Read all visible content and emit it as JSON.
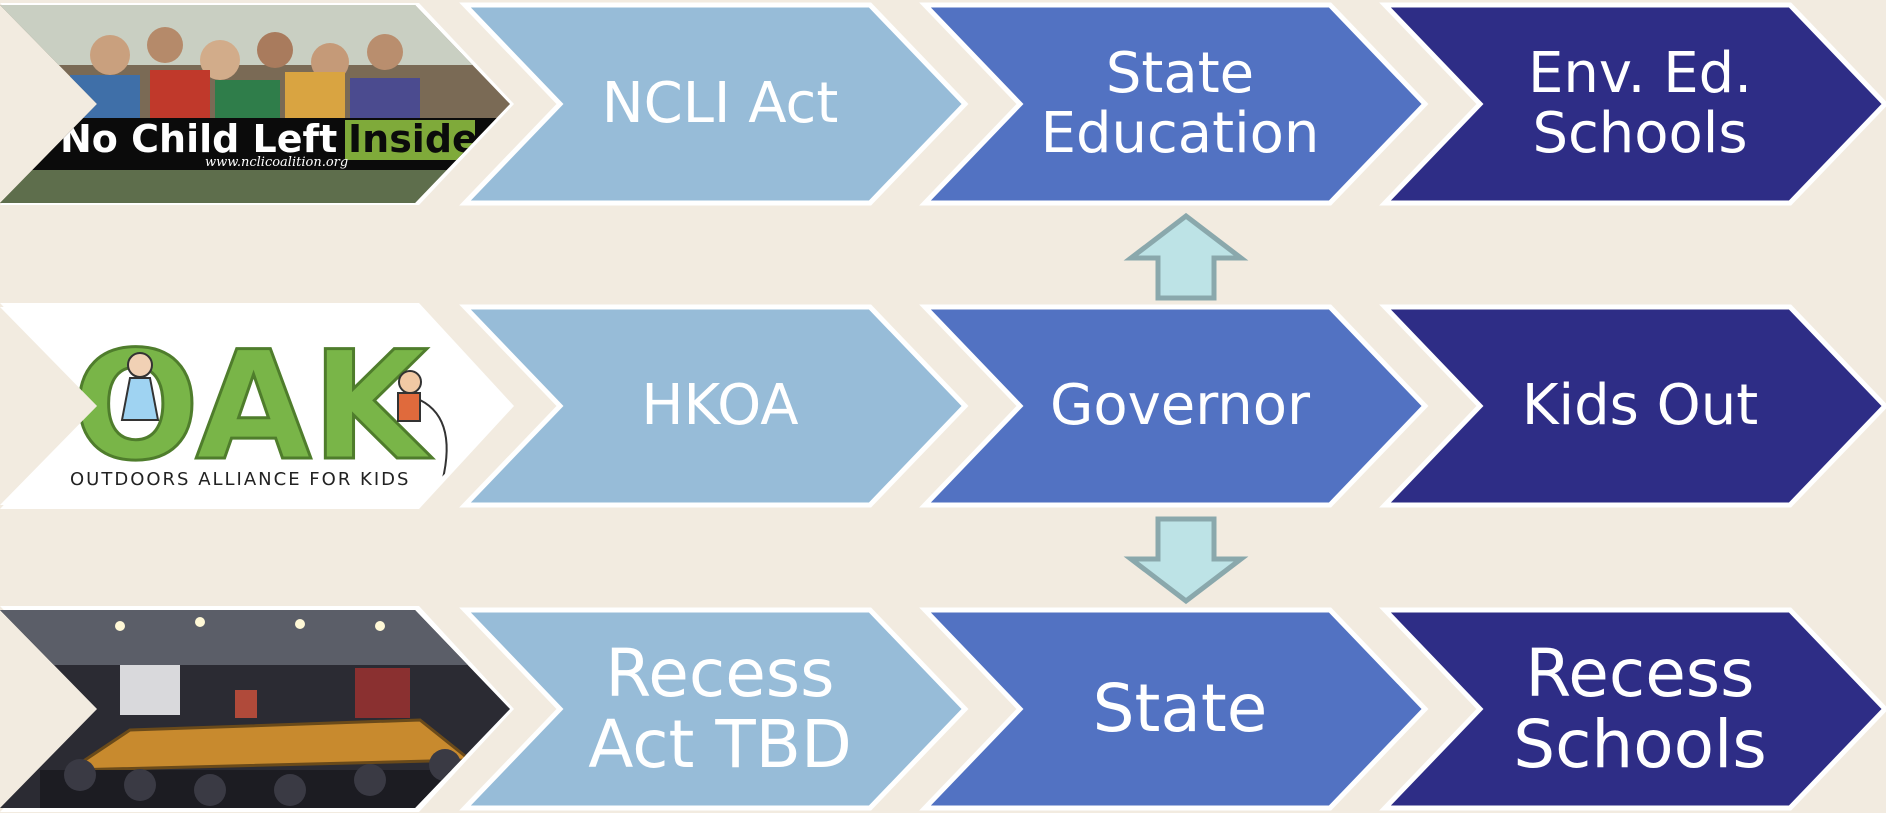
{
  "colors": {
    "background": "#f2ebe0",
    "light_blue": "#97bcd8",
    "mid_blue": "#5272c2",
    "dark_blue": "#2e2d86",
    "arrow_fill": "#bde3e6",
    "arrow_stroke": "#8aa8ac"
  },
  "rows": [
    {
      "image": {
        "name": "ncli-logo-photo",
        "banner_text_white": "No Child Left",
        "banner_text_green": "Inside",
        "url_text": "www.nclicoalition.org"
      },
      "steps": [
        "NCLI Act",
        "State\nEducation",
        "Env. Ed.\nSchools"
      ]
    },
    {
      "image": {
        "name": "oak-logo",
        "logo_letters": "OAK",
        "logo_caption": "OUTDOORS ALLIANCE FOR KIDS"
      },
      "steps": [
        "HKOA",
        "Governor",
        "Kids Out"
      ]
    },
    {
      "image": {
        "name": "boardroom-photo"
      },
      "steps": [
        "Recess\nAct TBD",
        "State",
        "Recess\nSchools"
      ]
    }
  ],
  "connectors": [
    {
      "name": "up-arrow",
      "direction": "up"
    },
    {
      "name": "down-arrow",
      "direction": "down"
    }
  ]
}
